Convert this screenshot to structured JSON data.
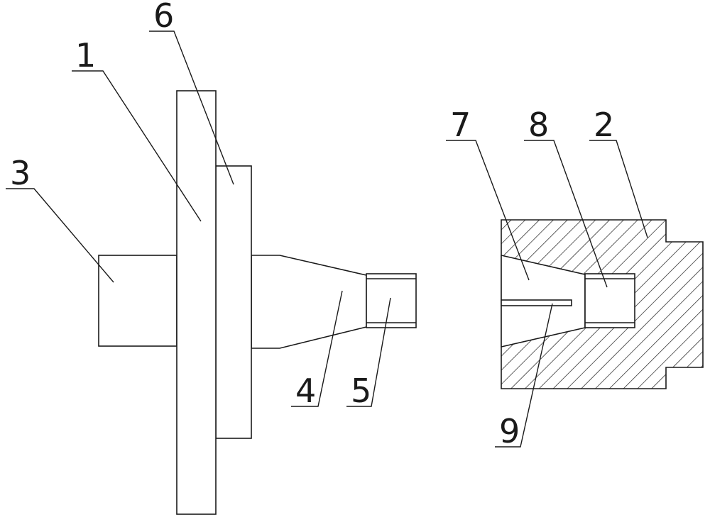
{
  "diagram": {
    "callouts": [
      {
        "id": "1",
        "text": "1"
      },
      {
        "id": "2",
        "text": "2"
      },
      {
        "id": "3",
        "text": "3"
      },
      {
        "id": "4",
        "text": "4"
      },
      {
        "id": "5",
        "text": "5"
      },
      {
        "id": "6",
        "text": "6"
      },
      {
        "id": "7",
        "text": "7"
      },
      {
        "id": "8",
        "text": "8"
      },
      {
        "id": "9",
        "text": "9"
      }
    ],
    "colors": {
      "line": "#1a1a1a",
      "background": "#ffffff",
      "hatch": "#1a1a1a"
    }
  }
}
